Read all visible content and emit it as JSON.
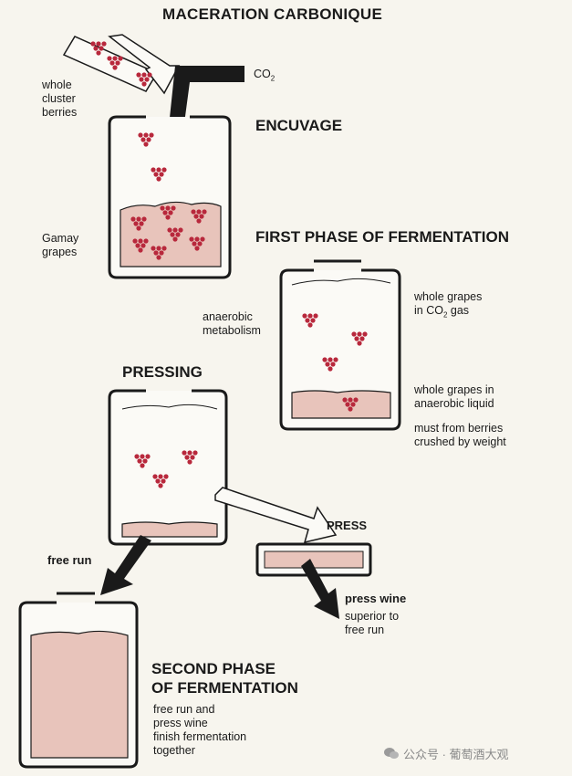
{
  "title": "MACERATION CARBONIQUE",
  "labels": {
    "whole_cluster_berries": "whole\ncluster\nberries",
    "co2": "CO",
    "co2_sub": "2",
    "encuvage": "ENCUVAGE",
    "gamay_grapes": "Gamay\ngrapes",
    "first_phase": "FIRST PHASE OF FERMENTATION",
    "anaerobic_metabolism": "anaerobic\nmetabolism",
    "whole_grapes_co2_1": "whole grapes",
    "whole_grapes_co2_2": "in CO",
    "whole_grapes_co2_sub": "2",
    "whole_grapes_co2_3": " gas",
    "whole_grapes_liquid": "whole grapes in\nanaerobic liquid",
    "must": "must from berries\ncrushed by weight",
    "pressing": "PRESSING",
    "press": "PRESS",
    "free_run": "free run",
    "press_wine": "press wine",
    "superior": "superior to\nfree run",
    "second_phase": "SECOND PHASE\nOF FERMENTATION",
    "finish": "free run and\npress wine\nfinish fermentation\ntogether"
  },
  "watermark": "公众号 · 葡萄酒大观",
  "colors": {
    "outline": "#1a1a1a",
    "liquid": "#e8c4bb",
    "berry": "#b8283c",
    "background": "#f7f5ee"
  }
}
